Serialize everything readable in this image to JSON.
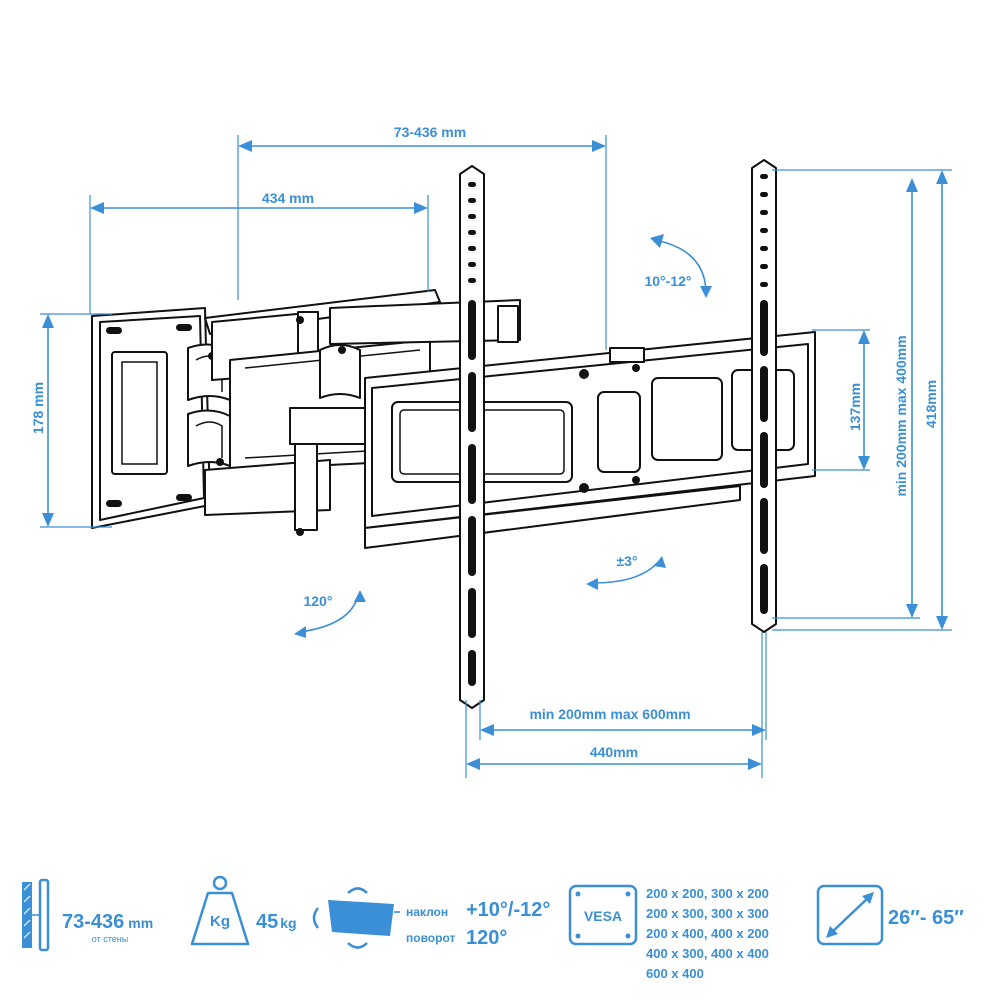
{
  "dimensions": {
    "wall_distance": "73-436 mm",
    "arm_length": "434 mm",
    "wall_plate_height": "178 mm",
    "tilt": "10°-12°",
    "swivel": "120°",
    "rotation": "±3°",
    "vertical_range": "min 200mm max 400mm",
    "bracket_height": "418mm",
    "rail_height": "137mm",
    "horizontal_range": "min 200mm max 600mm",
    "bracket_width": "440mm"
  },
  "specs": {
    "wall_distance_value": "73-436",
    "wall_distance_unit": "mm",
    "wall_distance_note": "от стены",
    "weight_icon_label": "Kg",
    "max_load_value": "45",
    "max_load_unit": "kg",
    "tilt_label": "наклон",
    "tilt_value": "+10°/-12°",
    "swivel_label": "поворот",
    "swivel_value": "120°",
    "vesa_label": "VESA",
    "vesa_lines": [
      "200 x 200, 300 x 200",
      "200 x 300, 300 x 300",
      "200 x 400, 400 x 200",
      "400 x 300, 400 x 400",
      "600 x 400"
    ],
    "screen_size": "26″- 65″"
  },
  "colors": {
    "accent": "#3a8fd6",
    "line": "#111111"
  },
  "icons": [
    "wall-distance-icon",
    "weight-icon",
    "tilt-swivel-icon",
    "vesa-icon",
    "screen-diagonal-icon"
  ]
}
